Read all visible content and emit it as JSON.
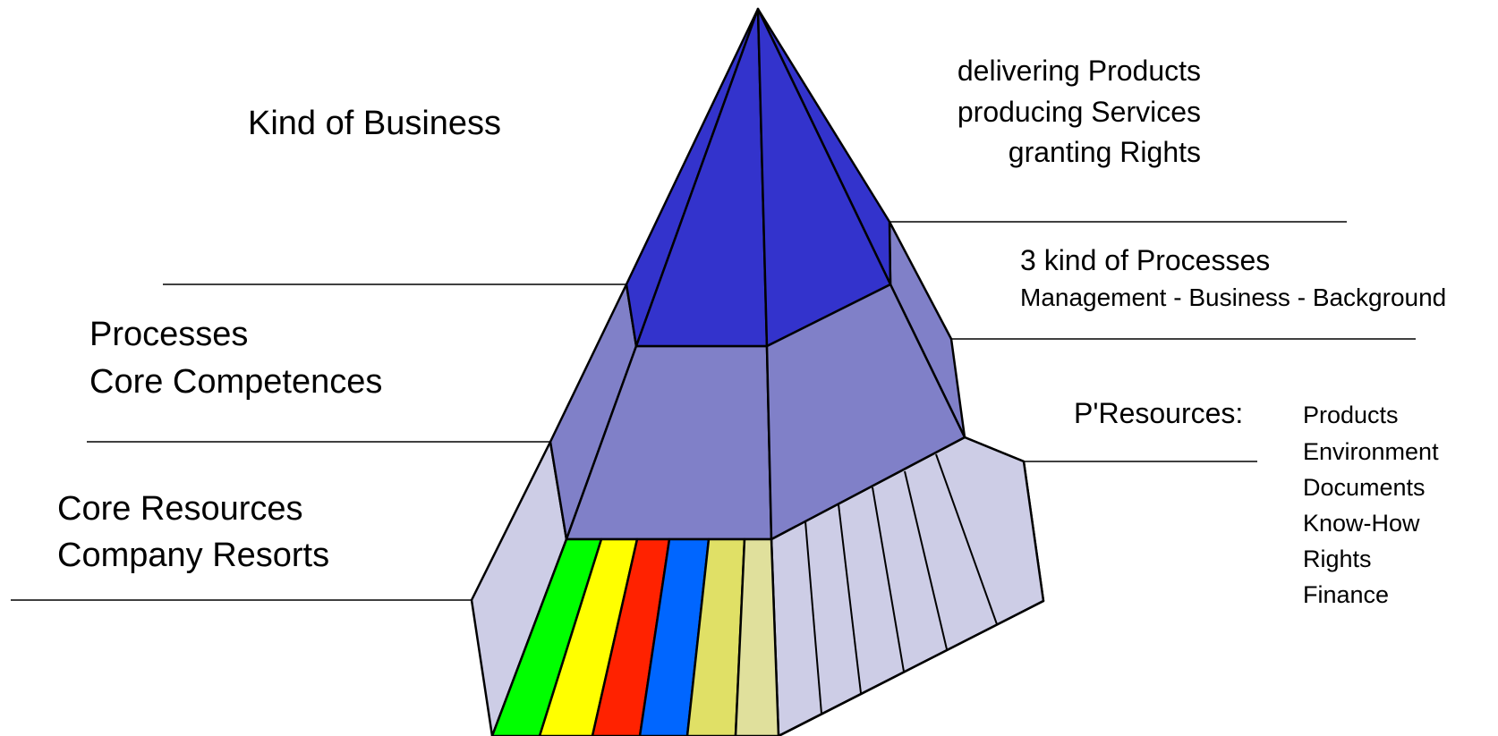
{
  "labels": {
    "kind_of_business": "Kind of Business",
    "processes": "Processes",
    "core_competences": "Core Competences",
    "core_resources": "Core Resources",
    "company_resorts": "Company Resorts",
    "outputs": [
      "delivering Products",
      "producing Services",
      "granting Rights"
    ],
    "process_kinds_title": "3 kind of Processes",
    "process_kinds_detail": "Management - Business - Background",
    "p_resources_title": "P'Resources:",
    "p_resources_items": [
      "Products",
      "Environment",
      "Documents",
      "Know-How",
      "Rights",
      "Finance"
    ]
  },
  "colors": {
    "top_tier": "#3333cc",
    "middle_tier": "#8080c8",
    "base_tier": "#cdcde6",
    "resource_stripes": [
      "#00ff00",
      "#ffff00",
      "#ff2200",
      "#0066ff",
      "#e0e066",
      "#e0e09c"
    ],
    "outline": "#000000"
  }
}
